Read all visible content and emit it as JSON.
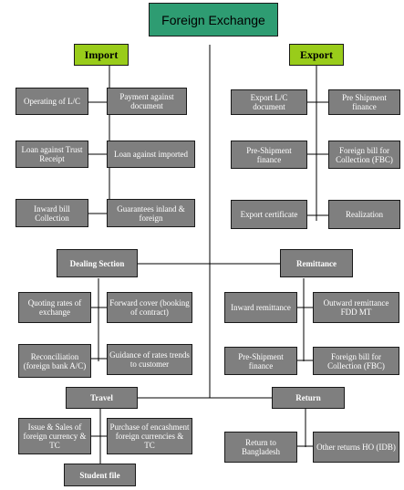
{
  "title": "Foreign Exchange",
  "colors": {
    "title_fill": "#2e9c72",
    "section_fill": "#99cc1a",
    "box_fill": "#7f7f7f",
    "line": "#000000"
  },
  "import": {
    "heading": "Import",
    "items": [
      "Operating of L/C",
      "Payment against document",
      "Loan against Trust Receipt",
      "Loan against imported",
      "Inward bill Collection",
      "Guarantees inland & foreign"
    ]
  },
  "export": {
    "heading": "Export",
    "items": [
      "Export L/C document",
      "Pre Shipment finance",
      "Pre-Shipment finance",
      "Foreign bill for Collection (FBC)",
      "Export certificate",
      "Realization"
    ]
  },
  "dealing": {
    "heading": "Dealing Section",
    "items": [
      "Quoting rates of exchange",
      "Forward cover (booking of contract)",
      "Reconciliation (foreign bank A/C)",
      "Guidance of rates trends to customer"
    ]
  },
  "remittance": {
    "heading": "Remittance",
    "items": [
      "Inward remittance",
      "Outward remittance FDD MT",
      "Pre-Shipment finance",
      "Foreign bill for Collection (FBC)"
    ]
  },
  "travel": {
    "heading": "Travel",
    "items": [
      "Issue & Sales of foreign currency & TC",
      "Purchase of encashment foreign currencies & TC",
      "Student file"
    ]
  },
  "return": {
    "heading": "Return",
    "items": [
      "Return to Bangladesh",
      "Other returns HO (IDB)"
    ]
  }
}
